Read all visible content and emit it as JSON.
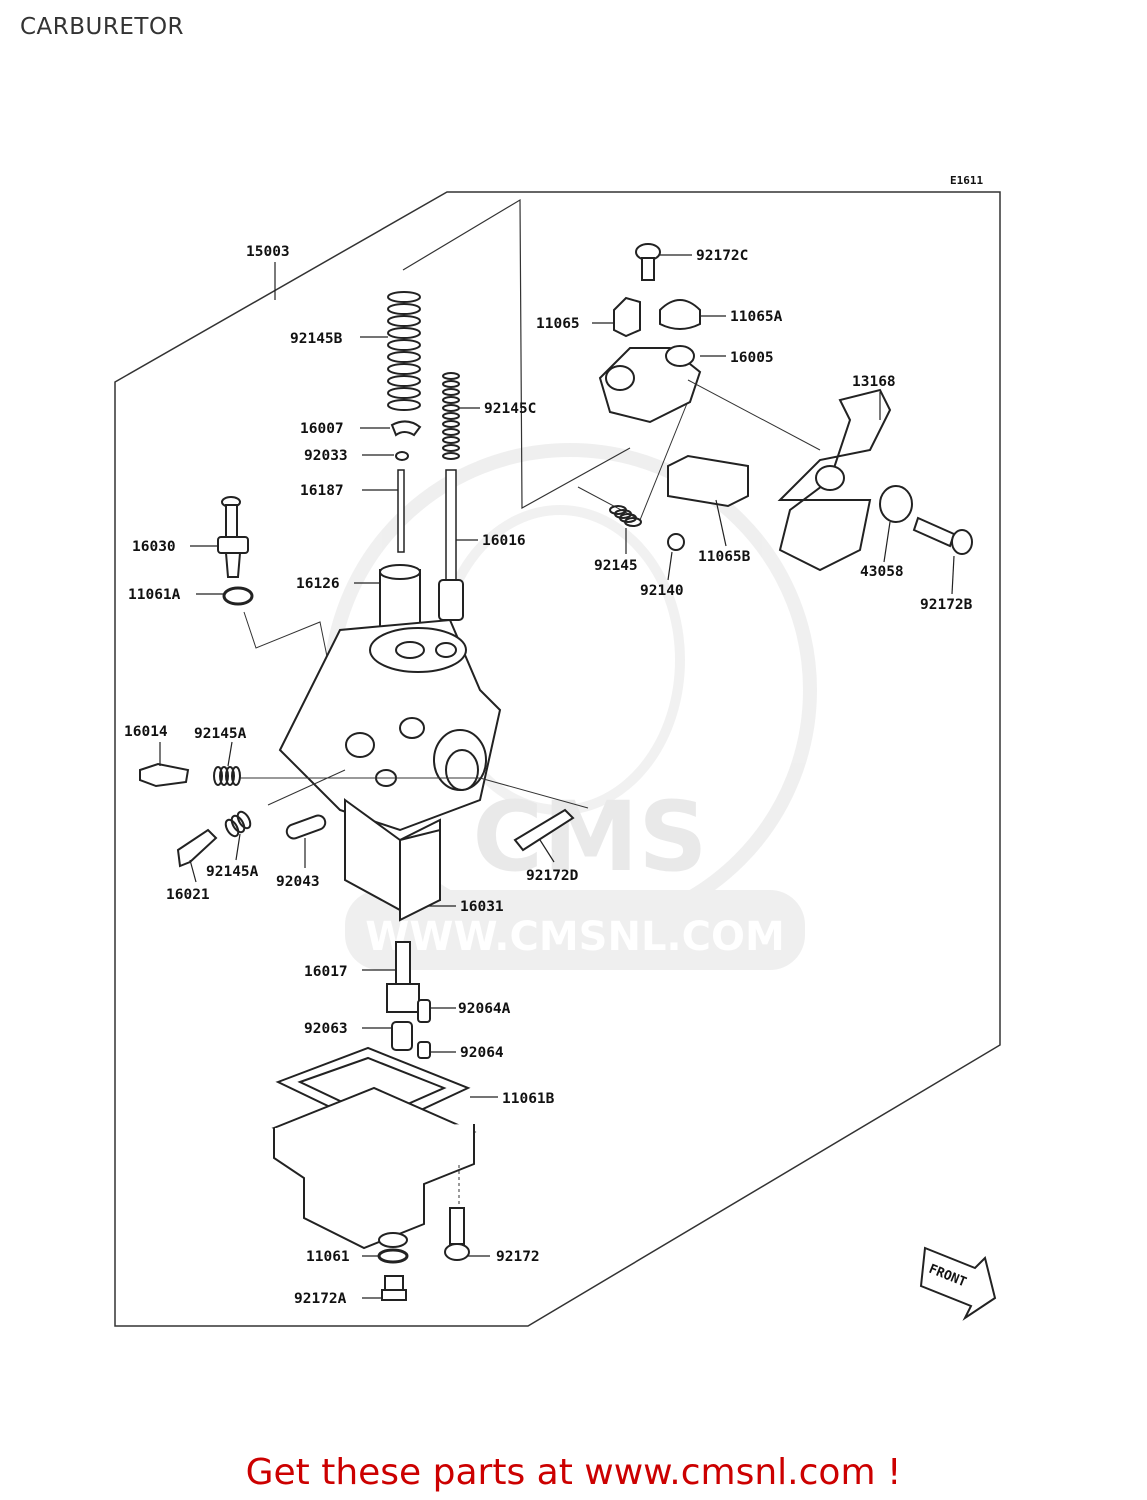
{
  "page": {
    "title": "CARBURETOR"
  },
  "diagram": {
    "code": "E1611",
    "front_label": "FRONT",
    "watermark": {
      "brand": "CMS",
      "url": "WWW.CMSNL.COM"
    },
    "parts": [
      "15003",
      "92145B",
      "16007",
      "92033",
      "16187",
      "92145C",
      "16016",
      "16126",
      "16030",
      "11061A",
      "16014",
      "92145A",
      "92145A",
      "16021",
      "92043",
      "92172D",
      "16031",
      "16017",
      "92064A",
      "92063",
      "92064",
      "11061B",
      "11061",
      "92172",
      "92172A",
      "92172C",
      "11065",
      "11065A",
      "16005",
      "13168",
      "92145",
      "92140",
      "11065B",
      "43058",
      "92172B"
    ]
  },
  "footer": {
    "text": "Get these parts at www.cmsnl.com !"
  }
}
